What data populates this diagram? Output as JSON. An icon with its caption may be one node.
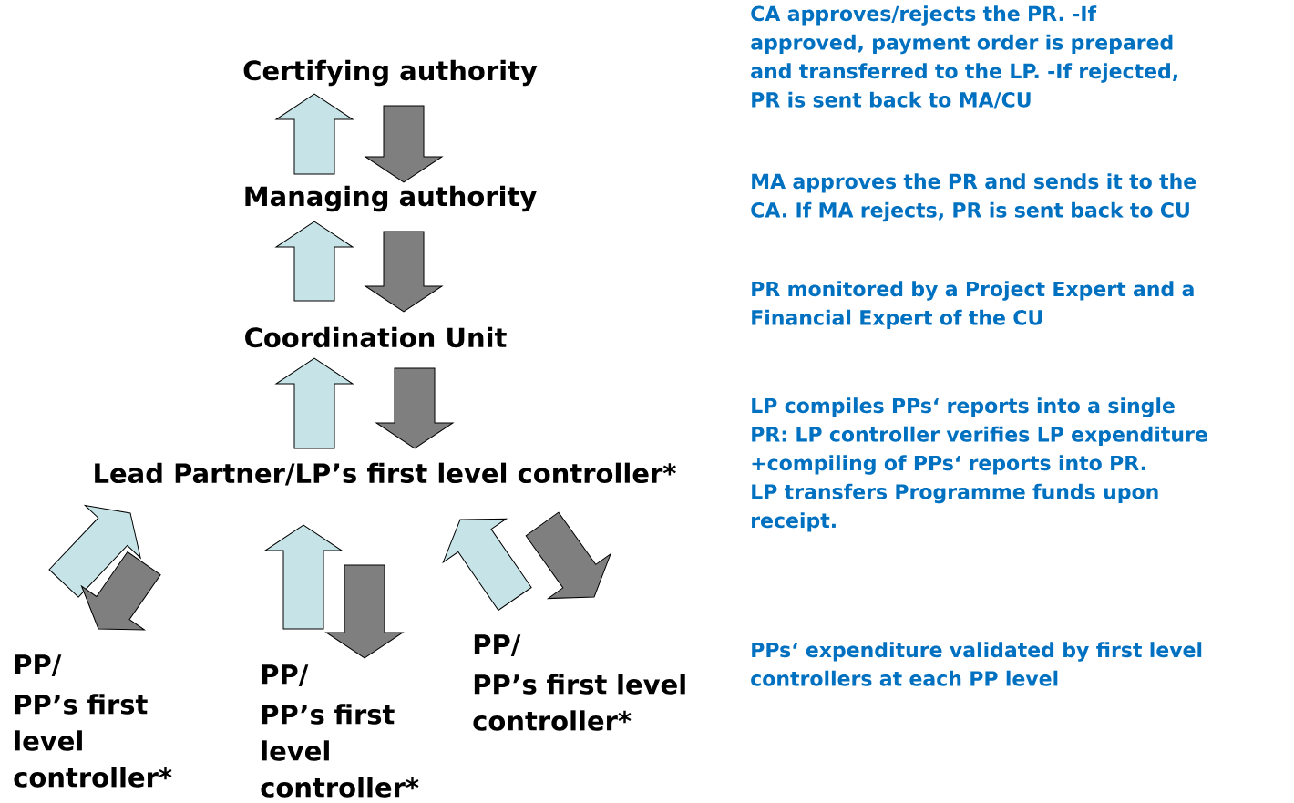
{
  "diagram": {
    "nodes": [
      {
        "text": [
          "Certifying authority"
        ]
      },
      {
        "text": [
          "Managing authority"
        ]
      },
      {
        "text": [
          "Coordination Unit"
        ]
      },
      {
        "text": [
          "Lead Partner/LP’s first level controller*"
        ]
      },
      {
        "text": [
          "PP/",
          "PP’s first level controller*"
        ]
      },
      {
        "text": [
          "PP/",
          "PP’s first level controller*"
        ]
      },
      {
        "text": [
          "PP/",
          "PP’s first level controller*"
        ]
      }
    ],
    "edges": [
      {
        "from": 1,
        "to": 0,
        "arrow": "to",
        "color": "#c6e4e8"
      },
      {
        "from": 0,
        "to": 1,
        "arrow": "to",
        "color": "#7f7f7f"
      },
      {
        "from": 2,
        "to": 1,
        "arrow": "to",
        "color": "#c6e4e8"
      },
      {
        "from": 1,
        "to": 2,
        "arrow": "to",
        "color": "#7f7f7f"
      },
      {
        "from": 3,
        "to": 2,
        "arrow": "to",
        "color": "#c6e4e8"
      },
      {
        "from": 2,
        "to": 3,
        "arrow": "to",
        "color": "#7f7f7f"
      },
      {
        "from": 4,
        "to": 3,
        "arrow": "to",
        "color": "#c6e4e8"
      },
      {
        "from": 3,
        "to": 4,
        "arrow": "to",
        "color": "#7f7f7f"
      },
      {
        "from": 5,
        "to": 3,
        "arrow": "to",
        "color": "#c6e4e8"
      },
      {
        "from": 3,
        "to": 5,
        "arrow": "to",
        "color": "#7f7f7f"
      },
      {
        "from": 6,
        "to": 3,
        "arrow": "to",
        "color": "#c6e4e8"
      },
      {
        "from": 3,
        "to": 6,
        "arrow": "to",
        "color": "#7f7f7f"
      }
    ],
    "labels": [
      "CA approves/rejects the PR. -If approved, payment order is prepared and transferred to the LP. -If rejected, PR is sent back to MA/CU",
      "MA approves the PR and sends it to the CA. If MA rejects, PR is sent back to CU",
      "PR monitored by a Project Expert and a Financial Expert of the CU",
      "LP compiles PPs‘ reports into a single PR: LP controller verifies LP expenditure +compiling of PPs‘ reports into PR. LP transfers Programme funds upon receipt.",
      "PPs‘ expenditure validated by first level controllers at each PP level"
    ]
  }
}
